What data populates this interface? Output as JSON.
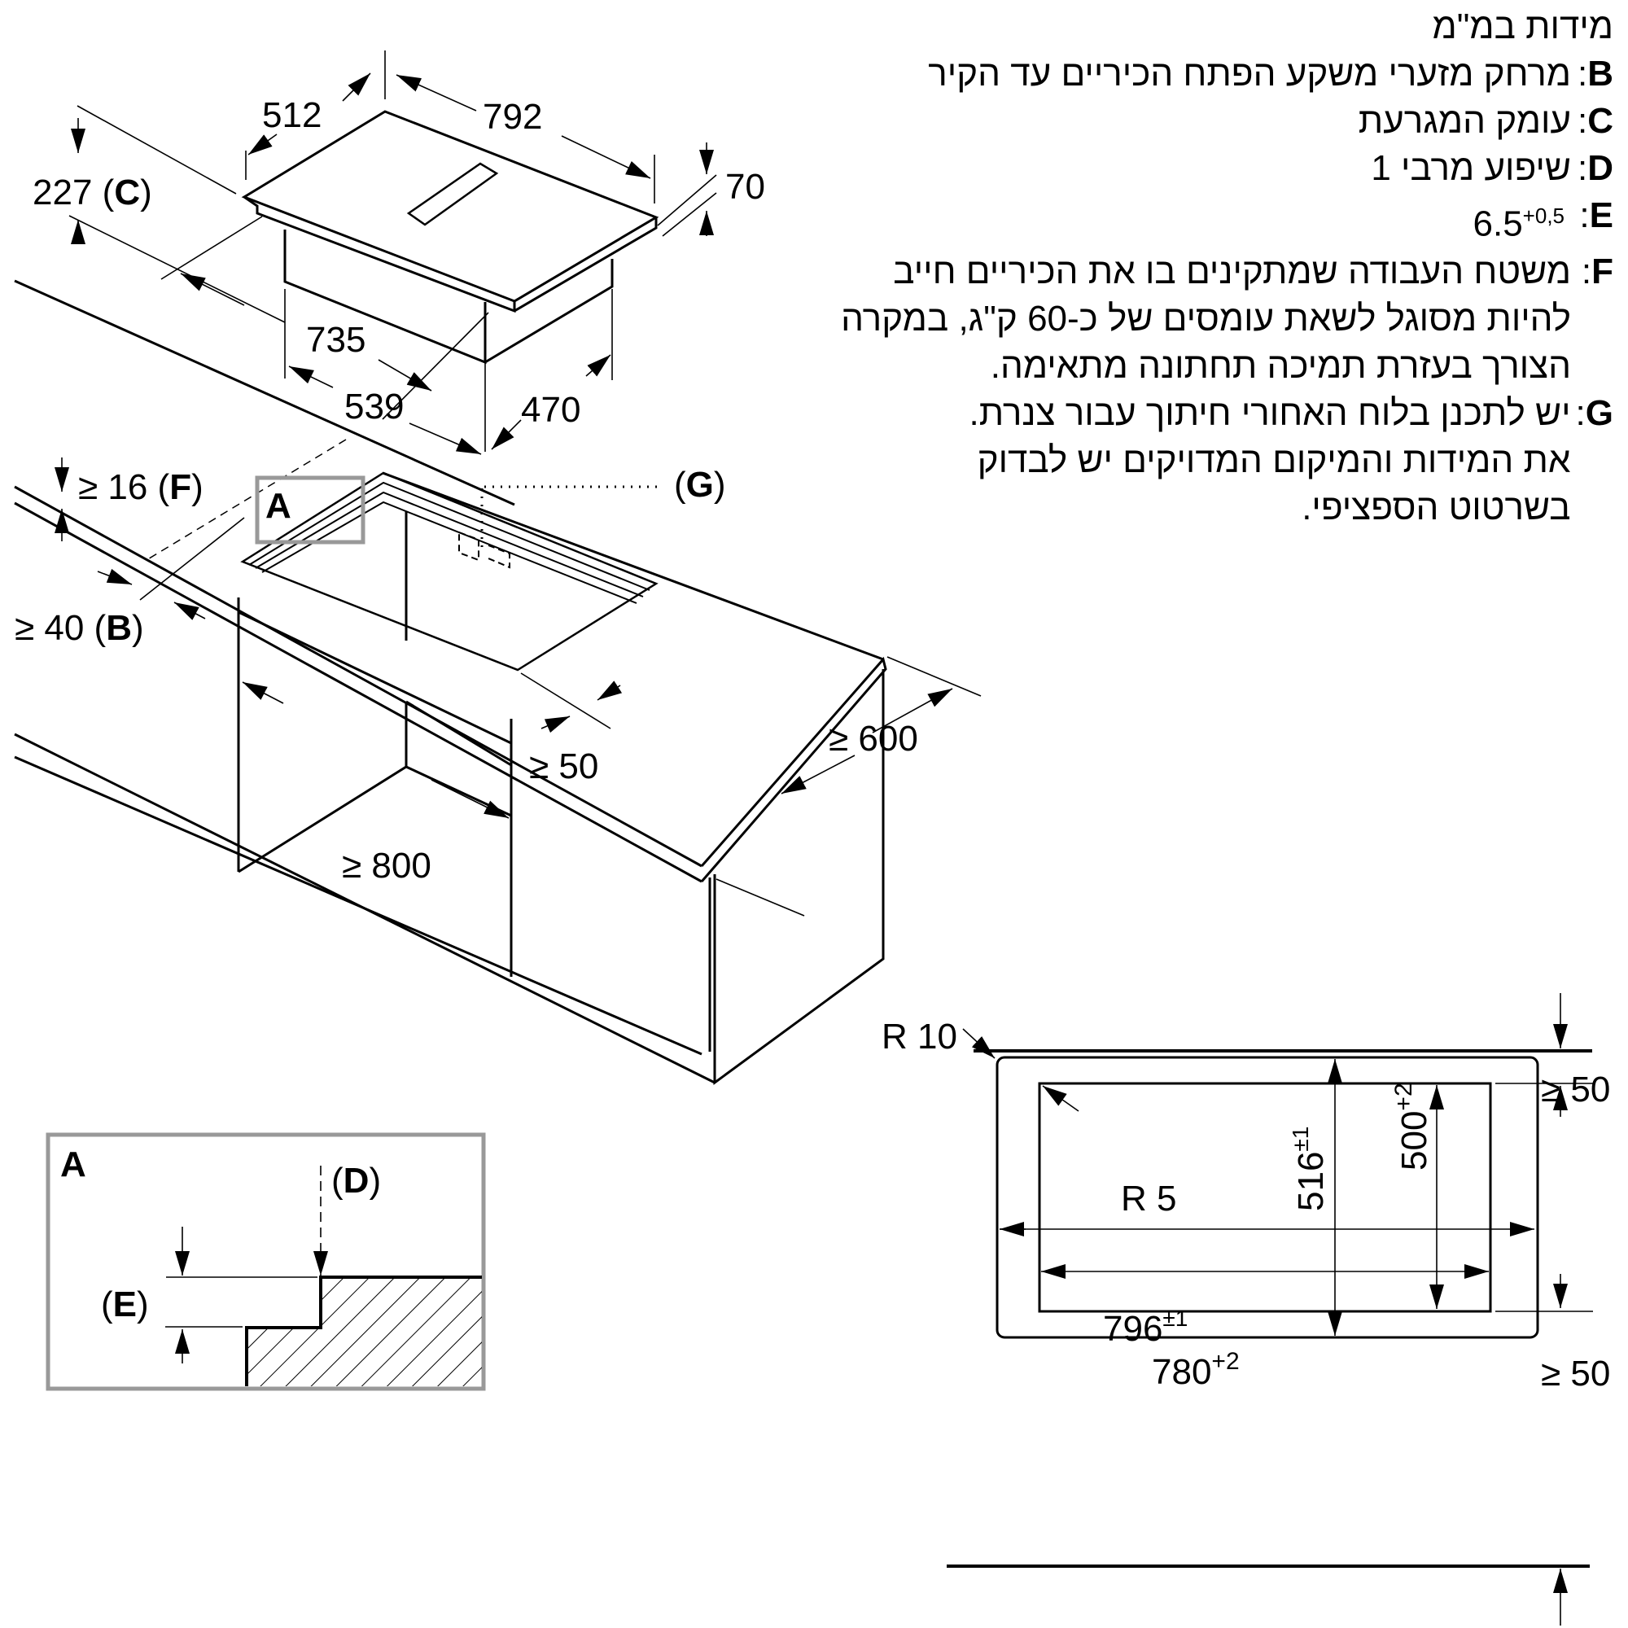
{
  "legend": {
    "title": "מידות במ\"מ",
    "items": [
      {
        "key": "B",
        "lines": [
          "מרחק מזערי משקע הפתח הכיריים עד הקיר"
        ]
      },
      {
        "key": "C",
        "lines": [
          "עומק המגרעת"
        ]
      },
      {
        "key": "D",
        "lines": [
          "שיפוע מרבי 1"
        ]
      },
      {
        "key": "E",
        "value": "6.5",
        "tolerance": "+0,5"
      },
      {
        "key": "F",
        "lines": [
          "משטח העבודה שמתקינים בו את הכיריים חייב",
          "להיות מסוגל לשאת עומסים של כ-60 ק\"ג, במקרה",
          "הצורך בעזרת תמיכה תחתונה מתאימה."
        ]
      },
      {
        "key": "G",
        "lines": [
          "יש לתכנן בלוח האחורי חיתוך עבור צנרת.",
          "את המידות והמיקום המדויקים יש לבדוק",
          "בשרטוט הספציפי."
        ]
      }
    ]
  },
  "appliance": {
    "width": "792",
    "depth": "512",
    "cutout_depth_label": "227",
    "cutout_depth_key": "C",
    "glass_thickness": "70",
    "body_width": "735",
    "body_depth_front": "539",
    "body_depth_side": "470"
  },
  "worktop": {
    "thickness_label": "≥ 16",
    "thickness_key": "F",
    "wall_distance_label": "≥ 40",
    "wall_distance_key": "B",
    "detail_key": "A",
    "pipe_key": "G",
    "front_margin": "≥ 50",
    "depth_min": "≥ 600",
    "cabinet_width_min": "≥ 800"
  },
  "detail_a": {
    "title": "A",
    "d_key": "D",
    "e_key": "E"
  },
  "cutout_plan": {
    "outer_radius": "R 10",
    "inner_radius": "R 5",
    "outer_width": "796",
    "outer_width_tol": "±1",
    "inner_width": "780",
    "inner_width_tol": "+2",
    "outer_height": "516",
    "outer_height_tol": "±1",
    "inner_height": "500",
    "inner_height_tol": "+2",
    "top_margin": "≥ 50",
    "bottom_margin": "≥ 50"
  }
}
